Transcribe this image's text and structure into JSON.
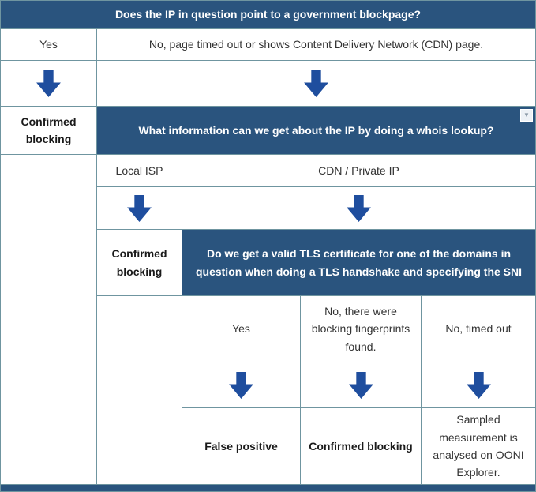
{
  "colors": {
    "header_bg": "#2a547e",
    "arrow": "#1f4e9e",
    "border": "#6f95a0",
    "body_text": "#333333"
  },
  "icons": {
    "collapse_toggle_glyph": "▼"
  },
  "flowchart": {
    "q1": "Does the IP in question point to a government blockpage?",
    "q1_answer_yes": "Yes",
    "q1_answer_no": "No, page timed out or shows Content Delivery Network (CDN) page.",
    "outcome_confirmed_blocking_1": "Confirmed blocking",
    "q2": "What information can we get about the IP by doing a whois lookup?",
    "q2_answer_local_isp": "Local ISP",
    "q2_answer_cdn": "CDN / Private IP",
    "outcome_confirmed_blocking_2": "Confirmed blocking",
    "q3": "Do we get a valid TLS certificate for one of the domains in question when doing a TLS handshake and specifying the SNI",
    "q3_answer_yes": "Yes",
    "q3_answer_fingerprints": "No, there were blocking fingerprints found.",
    "q3_answer_timeout": "No, timed out",
    "outcome_false_positive": "False positive",
    "outcome_confirmed_blocking_3": "Confirmed blocking",
    "outcome_sampled": "Sampled measurement is analysed on OONI Explorer."
  }
}
